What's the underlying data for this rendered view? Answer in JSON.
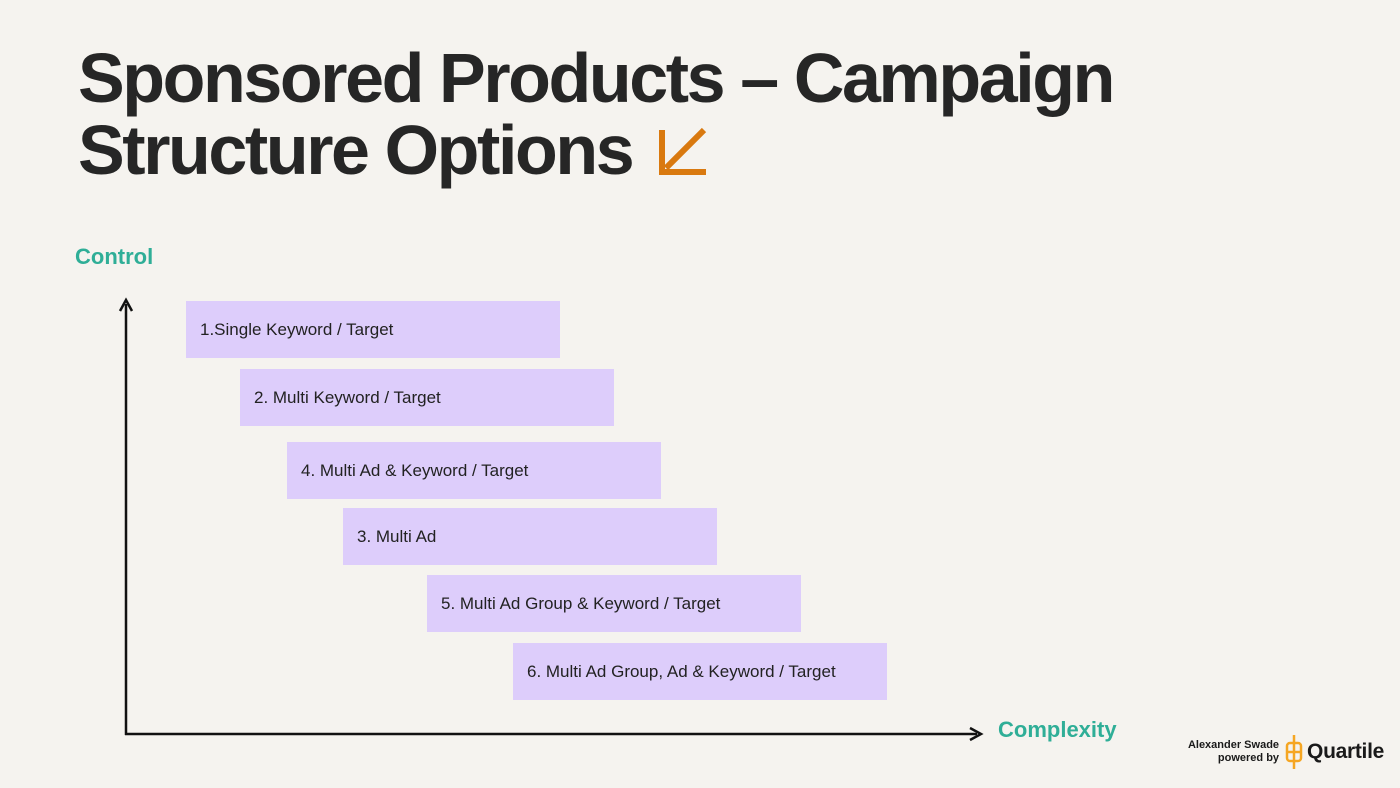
{
  "title": {
    "line1": "Sponsored Products – Campaign",
    "line2": "Structure Options",
    "icon": "arrow-down-left-icon",
    "icon_color": "#d9790f"
  },
  "axes": {
    "y_label": "Control",
    "x_label": "Complexity",
    "label_color": "#2fae97"
  },
  "steps": [
    "1.Single Keyword / Target",
    "2. Multi Keyword / Target",
    "4. Multi Ad & Keyword / Target",
    "3. Multi Ad",
    "5. Multi Ad Group & Keyword / Target",
    "6. Multi Ad Group, Ad & Keyword / Target"
  ],
  "step_color": "#ddcdfb",
  "footer": {
    "author": "Alexander Swade",
    "powered": "powered by",
    "brand": "Quartile",
    "brand_icon": "quartile-logo-icon",
    "brand_color": "#f5a623"
  }
}
